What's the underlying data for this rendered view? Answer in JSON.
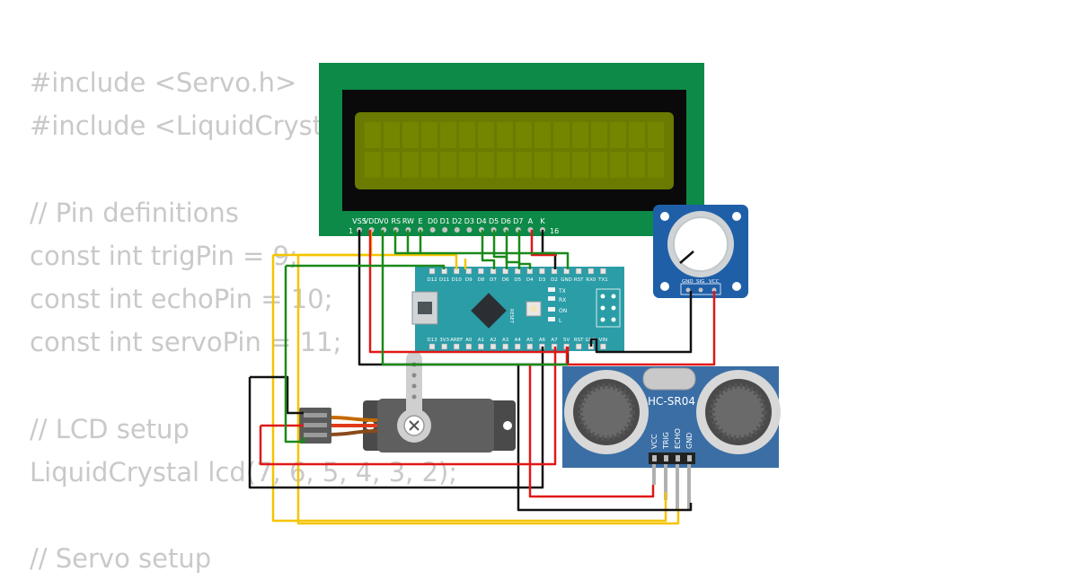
{
  "code": {
    "lines": [
      "#include <Servo.h>",
      "#include <LiquidCryst",
      "",
      "// Pin definitions",
      "const int trigPin = 9;",
      "const int echoPin = 10;",
      "const int servoPin = 11;",
      "",
      "// LCD setup",
      "LiquidCrystal lcd(7, 6, 5, 4, 3, 2);",
      "",
      "// Servo setup"
    ]
  },
  "lcd": {
    "pin_labels": [
      "VSS",
      "VDD",
      "V0",
      "RS",
      "RW",
      "E",
      "D0",
      "D1",
      "D2",
      "D3",
      "D4",
      "D5",
      "D6",
      "D7",
      "A",
      "K"
    ],
    "first_pin": "1",
    "last_pin": "16"
  },
  "nano": {
    "top_labels": [
      "D12",
      "D11",
      "D10",
      "D9",
      "D8",
      "D7",
      "D6",
      "D5",
      "D4",
      "D3",
      "D2",
      "GND",
      "RST",
      "RX0",
      "TX1"
    ],
    "bottom_labels": [
      "D13",
      "3V3",
      "AREF",
      "A0",
      "A1",
      "A2",
      "A3",
      "A4",
      "A5",
      "A6",
      "A7",
      "5V",
      "RST",
      "GND",
      "VIN"
    ],
    "side_labels": [
      "TX",
      "RX",
      "ON",
      "L"
    ],
    "reset_label": "RESET"
  },
  "pot": {
    "pin_labels": [
      "GND",
      "SIG",
      "VCC"
    ]
  },
  "sensor": {
    "name": "HC-SR04",
    "pin_labels": [
      "VCC",
      "TRIG",
      "ECHO",
      "GND"
    ]
  },
  "colors": {
    "wire_black": "#111111",
    "wire_red": "#e01818",
    "wire_green": "#1a8a1a",
    "wire_yellow": "#f5c400",
    "lcd_board": "#0d8a47",
    "lcd_screen": "#6b7a00",
    "nano_board": "#2a9da7",
    "pot_board": "#1f5fa8",
    "sensor_board": "#3a6ea5",
    "code_text": "#c9c9c9"
  }
}
